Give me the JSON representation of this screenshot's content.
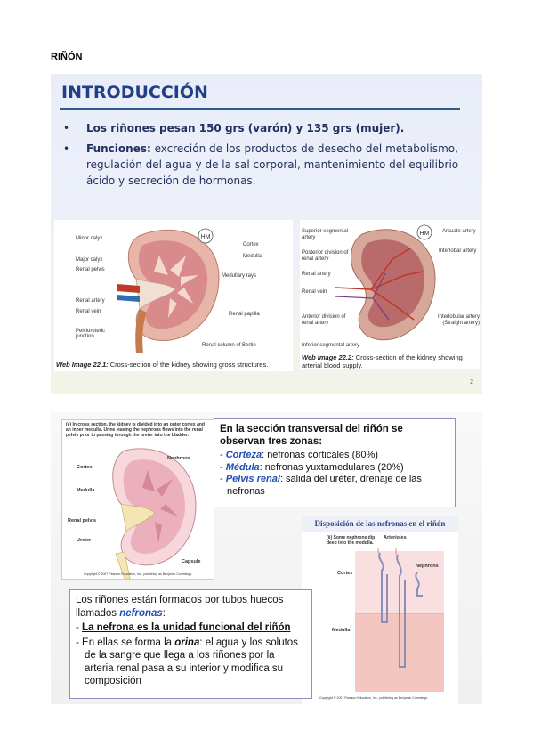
{
  "header": "RIÑÓN",
  "slide1": {
    "title": "INTRODUCCIÓN",
    "bullet1_bold": "Los riñones pesan 150 grs (varón) y 135 grs (mujer).",
    "bullet2_bold": "Funciones:",
    "bullet2_text": " excreción de los productos de desecho del metabolismo, regulación del agua y de la sal corporal, mantenimiento del equilibrio ácido y secreción de hormonas.",
    "bullet_symbol": "•",
    "fig1": {
      "caption_label": "Web Image 22.1:",
      "caption_text": " Cross-section of the kidney showing gross structures.",
      "badge": "HM",
      "labels": [
        "Minor calyx",
        "Major calyx",
        "Renal pelvis",
        "Renal artery",
        "Renal vein",
        "Pelviureteric junction",
        "Cortex",
        "Medulla",
        "Medullary rays",
        "Renal papilla",
        "Renal column of Bertin"
      ]
    },
    "fig2": {
      "caption_label": "Web Image 22.2:",
      "caption_text": " Cross-section of the kidney showing arterial blood supply.",
      "badge": "HM",
      "labels": [
        "Superior segmental artery",
        "Posterior division of renal artery",
        "Renal artery",
        "Renal vein",
        "Anterior division of renal artery",
        "Inferior segmental artery",
        "Arcuate artery",
        "Interlobar artery",
        "Interlobular artery (Straight artery)"
      ]
    },
    "page_number": "2"
  },
  "slide2": {
    "fig_a": {
      "caption": "(e) In cross section, the kidney is divided into an outer cortex and an inner medulla. Urine leaving the nephrons flows into the renal pelvis prior to passing through the ureter into the bladder.",
      "labels": [
        "Nephrons",
        "Cortex",
        "Medulla",
        "Renal pelvis",
        "Ureter",
        "Capsule"
      ],
      "copyright": "Copyright © 2007 Pearson Education, Inc., publishing as Benjamin Cummings."
    },
    "zones_box": {
      "title": "En la sección transversal del riñón se observan tres zonas:",
      "items": [
        {
          "term": "Corteza",
          "text": ": nefronas corticales (80%)"
        },
        {
          "term": "Médula",
          "text": ": nefronas yuxtamedulares (20%)"
        },
        {
          "term": "Pelvis renal",
          "text": ": salida del uréter, drenaje de las nefronas"
        }
      ]
    },
    "fig_b": {
      "title": "Disposición de las nefronas en el riñón",
      "caption": "(ii) Some nephrons dip deep into the medulla.",
      "labels": [
        "Arterioles",
        "Nephrons",
        "Cortex",
        "Medulla"
      ],
      "copyright": "Copyright © 2007 Pearson Education, Inc., publishing as Benjamin Cummings."
    },
    "nephron_box": {
      "intro": "Los riñones están formados por tubos huecos llamados ",
      "intro_term": "nefronas",
      "intro_end": ":",
      "point1": "La nefrona  es la unidad funcional del riñón",
      "point2_a": "En ellas se forma la ",
      "point2_term": "orina",
      "point2_b": ": el agua y los solutos de la sangre que llega a los riñones por la arteria renal pasa a su interior y modifica su composición"
    }
  },
  "colors": {
    "title_blue": "#1f3f86",
    "text_navy": "#22305f",
    "accent_blue": "#1f4fb3",
    "box_border": "#9a8abf",
    "kidney_pink": "#d98a8a"
  }
}
